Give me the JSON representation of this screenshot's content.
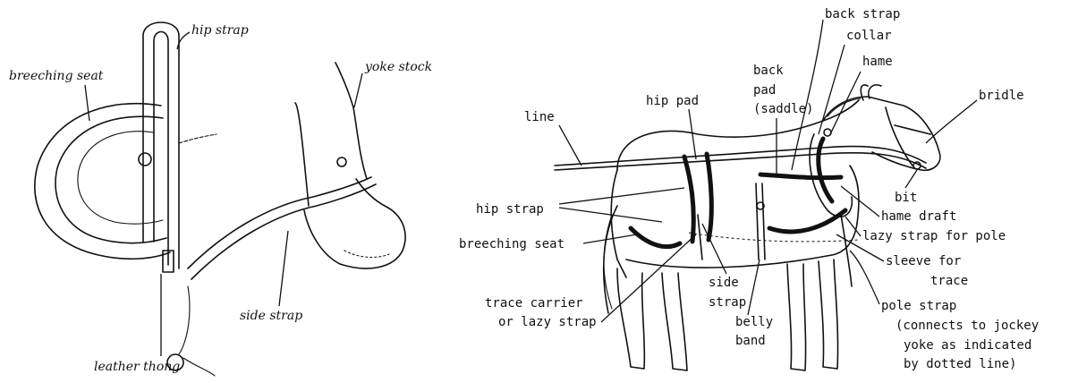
{
  "left_figure": {
    "labels": {
      "hip_strap": "hip strap",
      "breeching_seat": "breeching seat",
      "yoke_stock": "yoke stock",
      "side_strap": "side strap",
      "leather_thong": "leather thong"
    }
  },
  "right_figure": {
    "labels": {
      "back_strap": "back strap",
      "collar": "collar",
      "hame": "hame",
      "back_pad_1": "back",
      "back_pad_2": "pad",
      "back_pad_3": "(saddle)",
      "hip_pad": "hip pad",
      "bridle": "bridle",
      "line": "line",
      "bit": "bit",
      "hame_draft": "hame draft",
      "lazy_strap_for_pole": "lazy strap for pole",
      "hip_strap": "hip strap",
      "breeching_seat": "breeching seat",
      "sleeve_for_trace_1": "sleeve for",
      "sleeve_for_trace_2": "trace",
      "side_strap_1": "side",
      "side_strap_2": "strap",
      "trace_carrier_1": "trace carrier",
      "trace_carrier_2": "or lazy strap",
      "belly_band_1": "belly",
      "belly_band_2": "band",
      "pole_strap_1": "pole strap",
      "pole_strap_2": "(connects to jockey",
      "pole_strap_3": "yoke as indicated",
      "pole_strap_4": "by dotted line)"
    }
  }
}
